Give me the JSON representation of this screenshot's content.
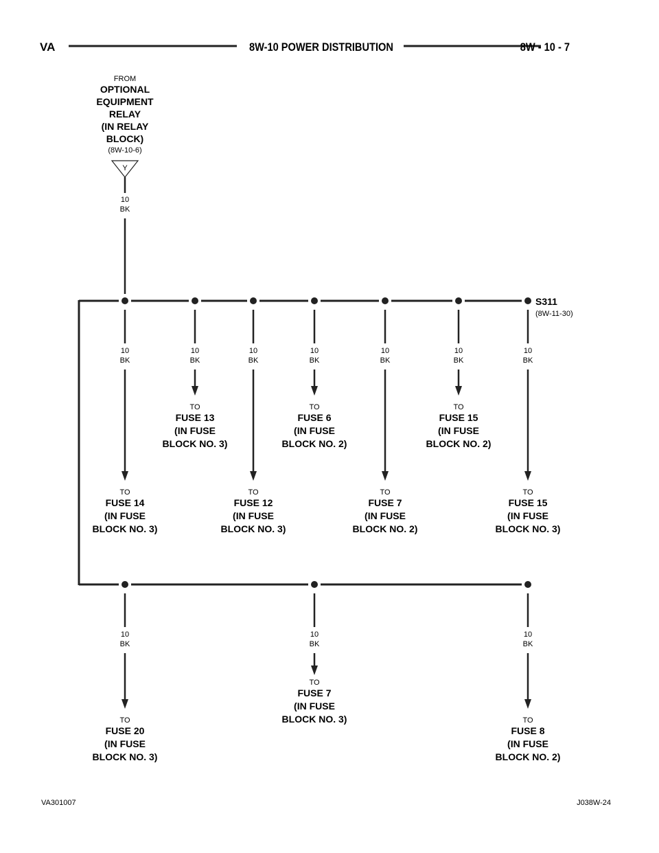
{
  "header": {
    "left": "VA",
    "center": "8W-10 POWER DISTRIBUTION",
    "right": "8W - 10 - 7"
  },
  "source": {
    "from_label": "FROM",
    "name_lines": [
      "OPTIONAL",
      "EQUIPMENT",
      "RELAY",
      "(IN RELAY",
      "BLOCK)"
    ],
    "ref": "(8W-10-6)",
    "connector": "Y",
    "wire_gauge": "10",
    "wire_color": "BK"
  },
  "splice": {
    "id": "S311",
    "ref": "(8W-11-30)"
  },
  "branches": [
    {
      "gauge": "10",
      "color": "BK",
      "to": "TO",
      "lines": [
        "FUSE 14",
        "(IN FUSE",
        "BLOCK NO. 3)"
      ]
    },
    {
      "gauge": "10",
      "color": "BK",
      "to": "TO",
      "lines": [
        "FUSE 13",
        "(IN FUSE",
        "BLOCK NO. 3)"
      ]
    },
    {
      "gauge": "10",
      "color": "BK",
      "to": "TO",
      "lines": [
        "FUSE 12",
        "(IN FUSE",
        "BLOCK NO. 3)"
      ]
    },
    {
      "gauge": "10",
      "color": "BK",
      "to": "TO",
      "lines": [
        "FUSE 6",
        "(IN FUSE",
        "BLOCK NO. 2)"
      ]
    },
    {
      "gauge": "10",
      "color": "BK",
      "to": "TO",
      "lines": [
        "FUSE 7",
        "(IN FUSE",
        "BLOCK NO. 2)"
      ]
    },
    {
      "gauge": "10",
      "color": "BK",
      "to": "TO",
      "lines": [
        "FUSE 15",
        "(IN FUSE",
        "BLOCK NO. 2)"
      ]
    },
    {
      "gauge": "10",
      "color": "BK",
      "to": "TO",
      "lines": [
        "FUSE 15",
        "(IN FUSE",
        "BLOCK NO. 3)"
      ]
    },
    {
      "gauge": "10",
      "color": "BK",
      "to": "TO",
      "lines": [
        "FUSE 20",
        "(IN FUSE",
        "BLOCK NO. 3)"
      ]
    },
    {
      "gauge": "10",
      "color": "BK",
      "to": "TO",
      "lines": [
        "FUSE 7",
        "(IN FUSE",
        "BLOCK NO. 3)"
      ]
    },
    {
      "gauge": "10",
      "color": "BK",
      "to": "TO",
      "lines": [
        "FUSE 8",
        "(IN FUSE",
        "BLOCK NO. 2)"
      ]
    }
  ],
  "footer": {
    "left": "VA301007",
    "right": "J038W-24"
  }
}
